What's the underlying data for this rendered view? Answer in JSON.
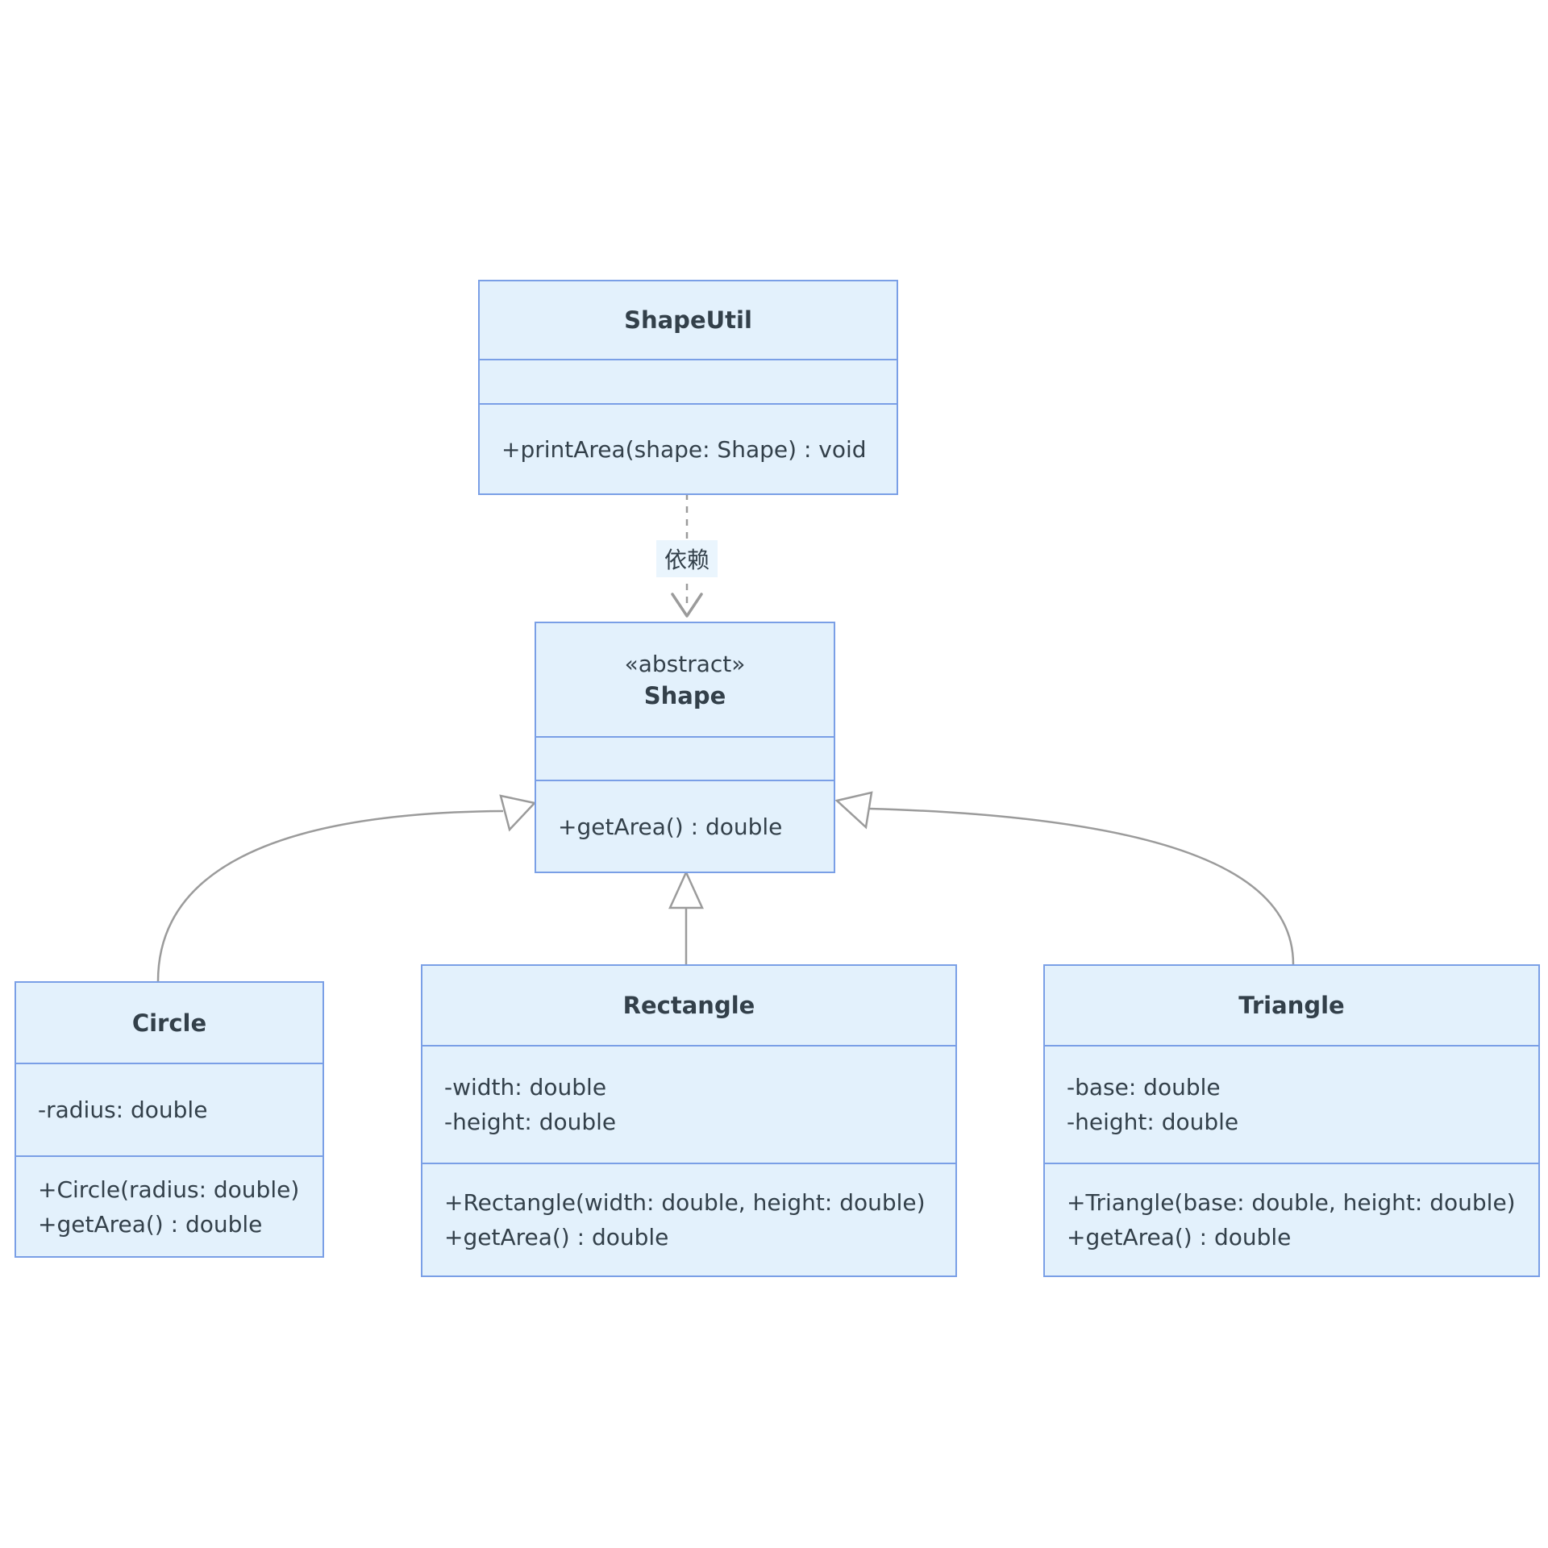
{
  "diagram": {
    "type": "uml-class-diagram",
    "classes": [
      {
        "id": "ShapeUtil",
        "stereotype": "",
        "name": "ShapeUtil",
        "attributes": [],
        "methods": [
          "+printArea(shape: Shape) : void"
        ]
      },
      {
        "id": "Shape",
        "stereotype": "«abstract»",
        "name": "Shape",
        "attributes": [],
        "methods": [
          "+getArea() : double"
        ]
      },
      {
        "id": "Circle",
        "stereotype": "",
        "name": "Circle",
        "attributes": [
          "-radius: double"
        ],
        "methods": [
          "+Circle(radius: double)",
          "+getArea() : double"
        ]
      },
      {
        "id": "Rectangle",
        "stereotype": "",
        "name": "Rectangle",
        "attributes": [
          "-width: double",
          "-height: double"
        ],
        "methods": [
          "+Rectangle(width: double, height: double)",
          "+getArea() : double"
        ]
      },
      {
        "id": "Triangle",
        "stereotype": "",
        "name": "Triangle",
        "attributes": [
          "-base: double",
          "-height: double"
        ],
        "methods": [
          "+Triangle(base: double, height: double)",
          "+getArea() : double"
        ]
      }
    ],
    "edges": [
      {
        "from": "ShapeUtil",
        "to": "Shape",
        "type": "dependency",
        "label": "依赖"
      },
      {
        "from": "Circle",
        "to": "Shape",
        "type": "inheritance",
        "label": ""
      },
      {
        "from": "Rectangle",
        "to": "Shape",
        "type": "inheritance",
        "label": ""
      },
      {
        "from": "Triangle",
        "to": "Shape",
        "type": "inheritance",
        "label": ""
      }
    ],
    "colors": {
      "node_fill": "#e3f1fc",
      "node_border": "#7a9fe6",
      "edge_color": "#9b9b9b",
      "text_color": "#33404a",
      "label_bg": "#eaf5fd",
      "canvas_bg": "#ffffff"
    }
  }
}
